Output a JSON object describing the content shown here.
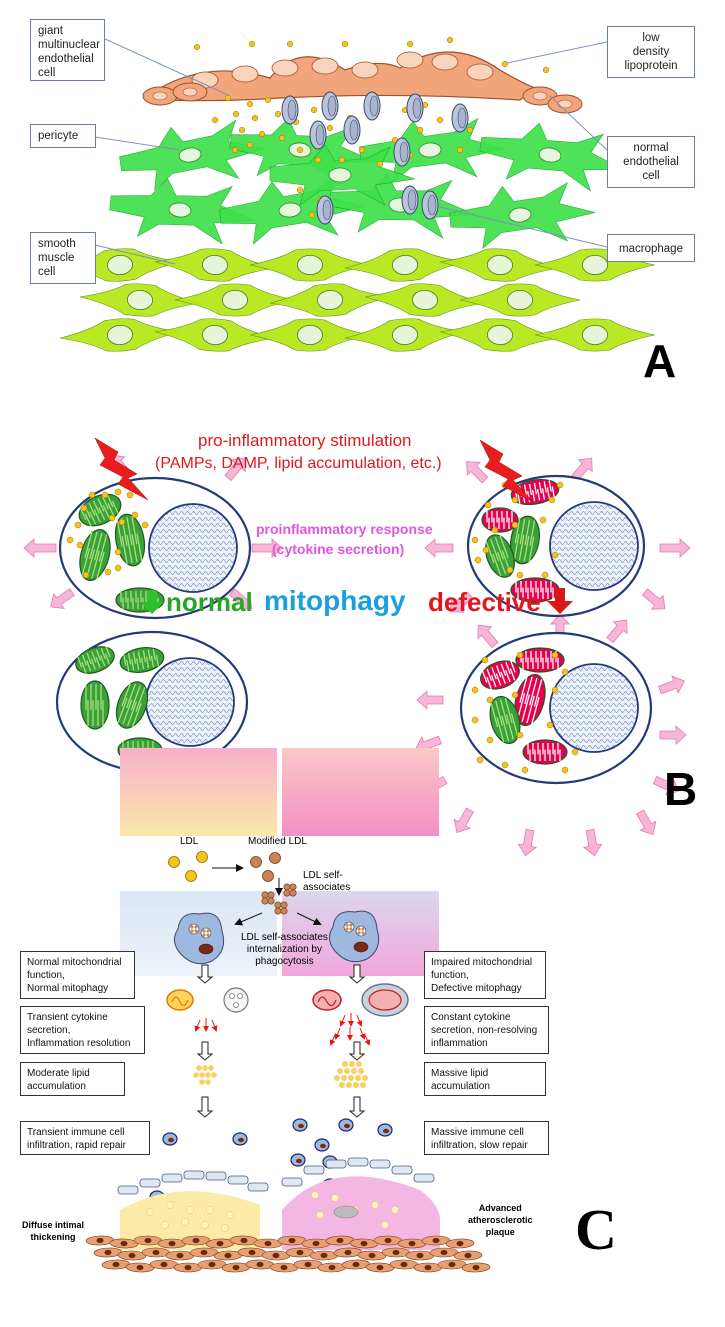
{
  "panelA": {
    "letter": "A",
    "labels": {
      "giant": [
        "giant",
        "multinuclear",
        "endothelial",
        "cell"
      ],
      "pericyte": [
        "pericyte"
      ],
      "smooth": [
        "smooth",
        "muscle",
        "cell"
      ],
      "ldl": [
        "low",
        "density",
        "lipoprotein"
      ],
      "normal_endo": [
        "normal",
        "endothelial",
        "cell"
      ],
      "macrophage": [
        "macrophage"
      ]
    }
  },
  "panelB": {
    "letter": "B",
    "stim_line1": "pro-inflammatory stimulation",
    "stim_line2": "(PAMPs, DAMP, lipid accumulation, etc.)",
    "response_line1": "proinflammatory response",
    "response_line2": "(cytokine secretion)",
    "normal": "normal",
    "mitophagy": "mitophagy",
    "defective": "defective"
  },
  "panelC": {
    "letter": "C",
    "ldl": "LDL",
    "modified_ldl": "Modified LDL",
    "self_assoc": [
      "LDL self-",
      "associates"
    ],
    "internalization": [
      "LDL self-associates",
      "internalization by",
      "phagocytosis"
    ],
    "left_boxes": [
      [
        "Normal mitochondrial",
        "function,",
        "Normal mitophagy"
      ],
      [
        "Transient cytokine",
        "secretion,",
        "Inflammation resolution"
      ],
      [
        "Moderate lipid",
        "accumulation"
      ],
      [
        "Transient immune cell",
        "infiltration, rapid repair"
      ]
    ],
    "right_boxes": [
      [
        "Impaired mitochondrial",
        "function,",
        "Defective mitophagy"
      ],
      [
        "Constant cytokine",
        "secretion, non-resolving",
        "inflammation"
      ],
      [
        "Massive lipid",
        "accumulation"
      ],
      [
        "Massive immune cell",
        "infiltration, slow repair"
      ]
    ],
    "diffuse": [
      "Diffuse intimal",
      "thickening"
    ],
    "advanced": [
      "Advanced",
      "atherosclerotic",
      "plaque"
    ]
  },
  "colors": {
    "endothelium": "#f2a47a",
    "pericyte": "#3ee04a",
    "smooth_muscle": "#b6e81a",
    "lipid": "#f6c21c",
    "macrophage": "#b9c4dc",
    "mito_green": "#3aa03a",
    "mito_red": "#e8004e",
    "nucleus": "#dde6f5",
    "text_red": "#e0181e",
    "text_pink": "#e055e0",
    "text_green": "#2aa52a",
    "text_blue": "#1aa0e0"
  }
}
